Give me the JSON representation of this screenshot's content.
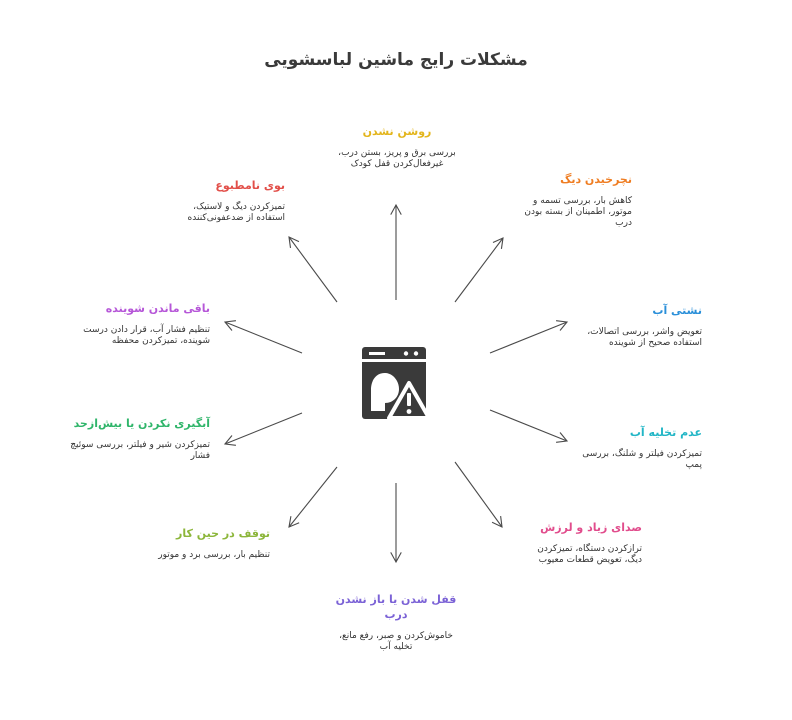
{
  "title": "مشکلات رایج ماشین لباسشویی",
  "hub": {
    "icon": "dishwasher-warning-icon",
    "color": "#3a3a3a"
  },
  "line_color": "#4a4a4a",
  "items": [
    {
      "id": "no-power",
      "title": "روشن نشدن",
      "desc": "بررسی برق و پریز، بستن درب، غیرفعال‌کردن قفل کودک",
      "color": "#e3b51c"
    },
    {
      "id": "drum-not-spinning",
      "title": "نچرخیدن دیگ",
      "desc": "کاهش بار، بررسی تسمه و موتور، اطمینان از بسته بودن درب",
      "color": "#ef7d22"
    },
    {
      "id": "water-leak",
      "title": "نشتی آب",
      "desc": "تعویض واشر، بررسی اتصالات، استفاده صحیح از شوینده",
      "color": "#2a8fd9"
    },
    {
      "id": "no-drain",
      "title": "عدم تخلیه آب",
      "desc": "تمیزکردن فیلتر و شلنگ، بررسی پمپ",
      "color": "#22b6c6"
    },
    {
      "id": "noise-vibration",
      "title": "صدای زیاد و لرزش",
      "desc": "ترازکردن دستگاه، تمیزکردن دیگ، تعویض قطعات معیوب",
      "color": "#e14c8c"
    },
    {
      "id": "door-lock",
      "title": "قفل شدن یا باز نشدن درب",
      "desc": "خاموش‌کردن و صبر، رفع مانع، تخلیه آب",
      "color": "#7b62d6"
    },
    {
      "id": "stops-mid-cycle",
      "title": "توقف در حین کار",
      "desc": "تنظیم بار، بررسی برد و موتور",
      "color": "#8cb63a"
    },
    {
      "id": "water-intake",
      "title": "آبگیری نکردن یا بیش‌ازحد",
      "desc": "تمیزکردن شیر و فیلتر، بررسی سوئیچ فشار",
      "color": "#2fb56a"
    },
    {
      "id": "detergent-residue",
      "title": "باقی ماندن شوینده",
      "desc": "تنظیم فشار آب، قرار دادن درست شوینده، تمیزکردن محفظه",
      "color": "#b657d8"
    },
    {
      "id": "bad-smell",
      "title": "بوی نامطبوع",
      "desc": "تمیزکردن دیگ و لاستیک، استفاده از ضدعفونی‌کننده",
      "color": "#e24f49"
    }
  ]
}
